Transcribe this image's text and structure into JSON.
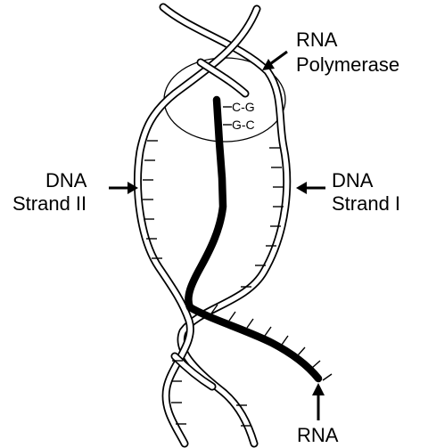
{
  "labels": {
    "rna_polymerase_line1": "RNA",
    "rna_polymerase_line2": "Polymerase",
    "dna_strand_ii_line1": "DNA",
    "dna_strand_ii_line2": "Strand II",
    "dna_strand_i_line1": "DNA",
    "dna_strand_i_line2": "Strand I",
    "rna": "RNA",
    "base_pair_1": "C-G",
    "base_pair_2": "G-C"
  }
}
